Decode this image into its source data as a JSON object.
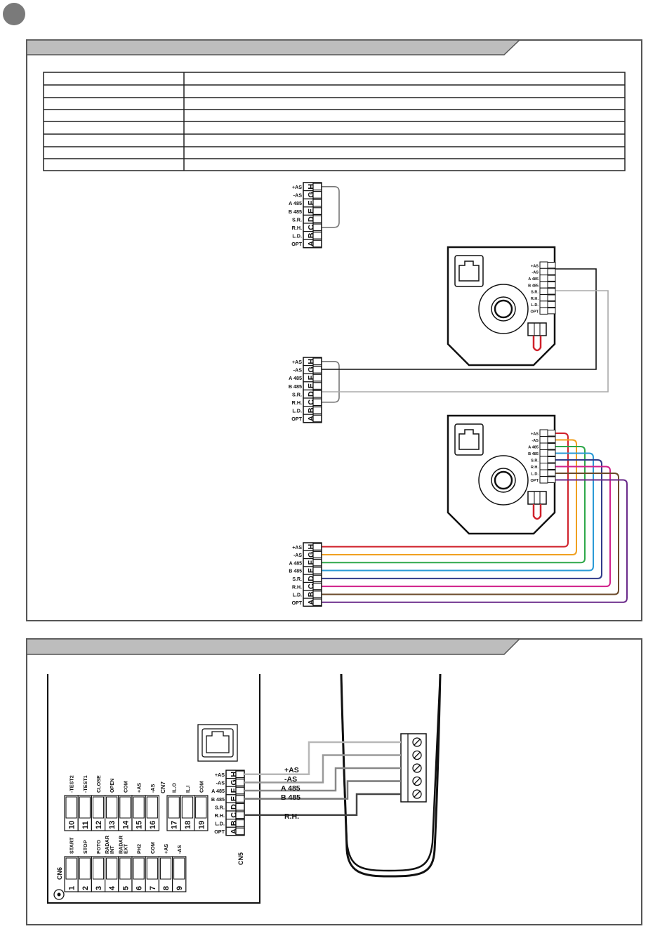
{
  "terminal_block": {
    "labels": [
      "+AS",
      "-AS",
      "A 485",
      "B 485",
      "S.R.",
      "R.H.",
      "L.D.",
      "OPT"
    ],
    "letters": [
      "H",
      "G",
      "F",
      "E",
      "D",
      "C",
      "B",
      "A"
    ]
  },
  "cn5": {
    "name": "CN5",
    "labels": [
      "+AS",
      "-AS",
      "A 485",
      "B 485",
      "S.R.",
      "R.H.",
      "L.D.",
      "OPT"
    ],
    "letters": [
      "H",
      "G",
      "F",
      "E",
      "D",
      "C",
      "B",
      "A"
    ]
  },
  "cn6": {
    "name": "CN6",
    "numbers": [
      "1",
      "2",
      "3",
      "4",
      "5",
      "6",
      "7",
      "8",
      "9"
    ],
    "labels": [
      "START",
      "STOP",
      "FOTO",
      "RADAR INT",
      "RADAR EXT",
      "PH2",
      "COM",
      "+AS",
      "-AS"
    ]
  },
  "cn7": {
    "name": "CN7",
    "top_numbers": [
      "10",
      "11",
      "12",
      "13",
      "14",
      "15",
      "16"
    ],
    "top_labels": [
      "-TEST2",
      "-TEST1",
      "CLOSE",
      "OPEN",
      "COM",
      "+AS",
      "-AS"
    ],
    "numbers": [
      "17",
      "18",
      "19"
    ],
    "labels": [
      "IL.O",
      "IL.I",
      "COM"
    ]
  },
  "wire_labels": [
    "+AS",
    "-AS",
    "A 485",
    "B 485",
    "R.H."
  ],
  "colors": {
    "frame": "#555555",
    "panel_header": "#bdbdbd",
    "wire_red": "#d0202a",
    "wire_orange": "#f0a020",
    "wire_green": "#2ea84a",
    "wire_blue": "#2a9ad6",
    "wire_navy": "#303a8a",
    "wire_magenta": "#d0208a",
    "wire_brown": "#6b4a2a",
    "wire_purple": "#6a2a8a"
  }
}
